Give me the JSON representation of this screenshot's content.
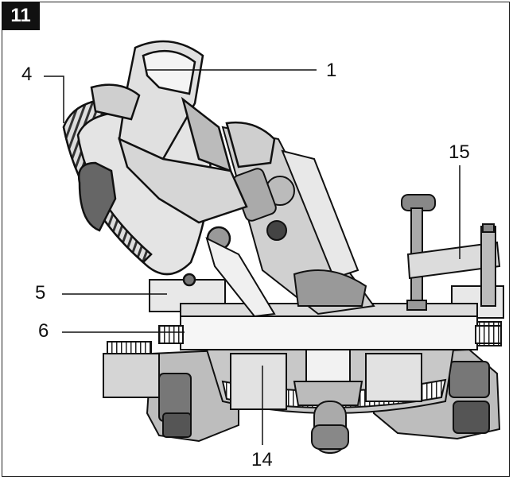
{
  "figure": {
    "number": "11"
  },
  "callouts": [
    {
      "id": "1",
      "label": "1"
    },
    {
      "id": "4",
      "label": "4"
    },
    {
      "id": "5",
      "label": "5"
    },
    {
      "id": "6",
      "label": "6"
    },
    {
      "id": "14",
      "label": "14"
    },
    {
      "id": "15",
      "label": "15"
    }
  ],
  "colors": {
    "ink": "#111111",
    "metal": "#cfcfcf",
    "dark": "#333333",
    "mid": "#888888"
  }
}
